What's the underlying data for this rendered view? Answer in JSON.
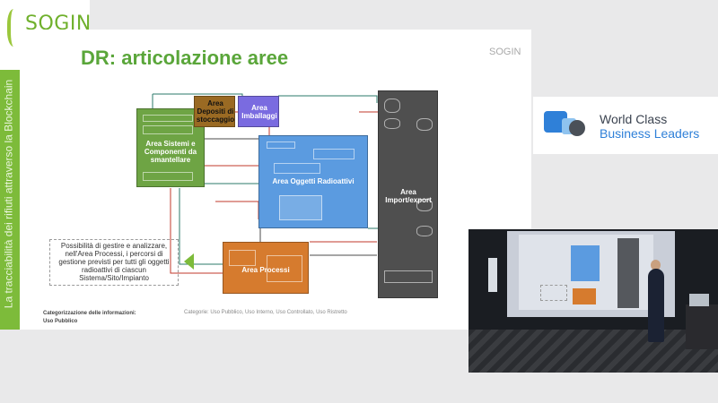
{
  "logo": {
    "text": "SOGIN"
  },
  "sidebar": {
    "vertical_text": "La tracciabilità dei rifiuti attraverso la Blockchain"
  },
  "slide": {
    "title": "DR: articolazione aree",
    "logo": "SOGIN",
    "boxes": {
      "sistemi": "Area Sistemi e Componenti da smantellare",
      "depositi": "Area Depositi di stoccaggio",
      "imballaggi": "Area Imballaggi",
      "oggetti": "Area Oggetti Radioattivi",
      "import": "Area Import/export",
      "processi": "Area Processi"
    },
    "callout": "Possibilità di gestire e analizzare, nell'Area Processi, i percorsi di gestione previsti per tutti gli oggetti radioattivi di ciascun Sistema/Sito/Impianto",
    "footer_left_1": "Categorizzazione delle informazioni:",
    "footer_left_2": "Uso Pubblico",
    "footer_right": "Categorie: Uso Pubblico, Uso Interno, Uso Controllato, Uso Ristretto"
  },
  "brand": {
    "line1": "World Class",
    "line2": "Business Leaders"
  },
  "colors": {
    "accent_green": "#7dbb3a",
    "title_green": "#5aa63a",
    "brand_blue": "#2f80d8"
  }
}
